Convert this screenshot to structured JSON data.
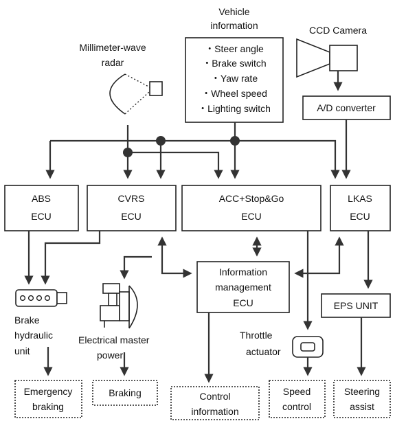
{
  "vehicle_info": {
    "title_line1": "Vehicle",
    "title_line2": "information",
    "items": [
      "・Steer angle",
      "・Brake switch",
      "・Yaw rate",
      "・Wheel speed",
      "・Lighting switch"
    ]
  },
  "radar": {
    "line1": "Millimeter-wave",
    "line2": "radar"
  },
  "camera": {
    "label": "CCD Camera"
  },
  "ad_converter": {
    "label": "A/D converter"
  },
  "abs_ecu": {
    "line1": "ABS",
    "line2": "ECU"
  },
  "cvrs_ecu": {
    "line1": "CVRS",
    "line2": "ECU"
  },
  "acc_ecu": {
    "line1": "ACC+Stop&Go",
    "line2": "ECU"
  },
  "lkas_ecu": {
    "line1": "LKAS",
    "line2": "ECU"
  },
  "info_mgmt": {
    "line1": "Information",
    "line2": "management",
    "line3": "ECU"
  },
  "eps_unit": {
    "label": "EPS UNIT"
  },
  "brake_unit": {
    "line1": "Brake",
    "line2": "hydraulic",
    "line3": "unit"
  },
  "master_power": {
    "line1": "Electrical master",
    "line2": "power"
  },
  "throttle": {
    "line1": "Throttle",
    "line2": "actuator"
  },
  "outputs": {
    "emergency": {
      "line1": "Emergency",
      "line2": "braking"
    },
    "braking": {
      "line1": "Braking"
    },
    "control_info": {
      "line1": "Control",
      "line2": "information"
    },
    "speed": {
      "line1": "Speed",
      "line2": "control"
    },
    "steering": {
      "line1": "Steering",
      "line2": "assist"
    }
  }
}
